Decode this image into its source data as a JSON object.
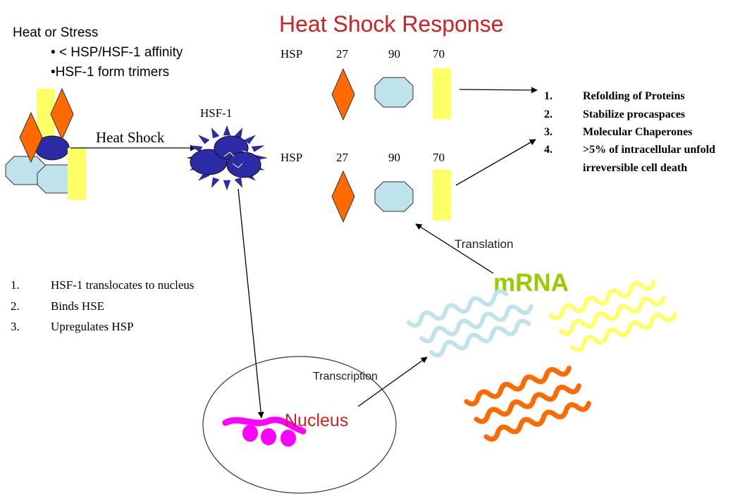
{
  "title": "Heat Shock Response",
  "stress_box": {
    "heading": "Heat or Stress",
    "bullets": [
      "• < HSP/HSF-1 affinity",
      "•HSF-1 form trimers"
    ]
  },
  "heat_shock_label": "Heat Shock",
  "hsf1_label": "HSF-1",
  "hsp_rows": [
    {
      "label": "HSP",
      "numbers": [
        "27",
        "90",
        "70"
      ]
    },
    {
      "label": "HSP",
      "numbers": [
        "27",
        "90",
        "70"
      ]
    }
  ],
  "outcomes": [
    {
      "num": "1.",
      "text": "Refolding of Proteins"
    },
    {
      "num": "2.",
      "text": "Stabilize procaspaces"
    },
    {
      "num": "3.",
      "text": "Molecular Chaperones"
    },
    {
      "num": "4.",
      "text": ">5% of intracellular unfold"
    }
  ],
  "outcome_continuation": "irreversible cell death",
  "steps": [
    {
      "num": "1.",
      "text": "HSF-1 translocates to nucleus"
    },
    {
      "num": "2.",
      "text": "Binds HSE"
    },
    {
      "num": "3.",
      "text": "Upregulates HSP"
    }
  ],
  "translation_label": "Translation",
  "transcription_label": "Transcription",
  "mrna_label": "mRNA",
  "nucleus_label": "Nucleus",
  "colors": {
    "title_red": "#cc2222",
    "hsp27_orange": "#ff6a00",
    "hsp90_lightblue": "#bfe3ea",
    "hsp70_yellow": "#ffff66",
    "hsf1_navy": "#2b2ba6",
    "mrna_green": "#99cc00",
    "dna_magenta": "#ff00ff",
    "mrna_blue": "#bfe3ea",
    "mrna_yellow": "#ffff66",
    "mrna_orange": "#ff6a00"
  }
}
